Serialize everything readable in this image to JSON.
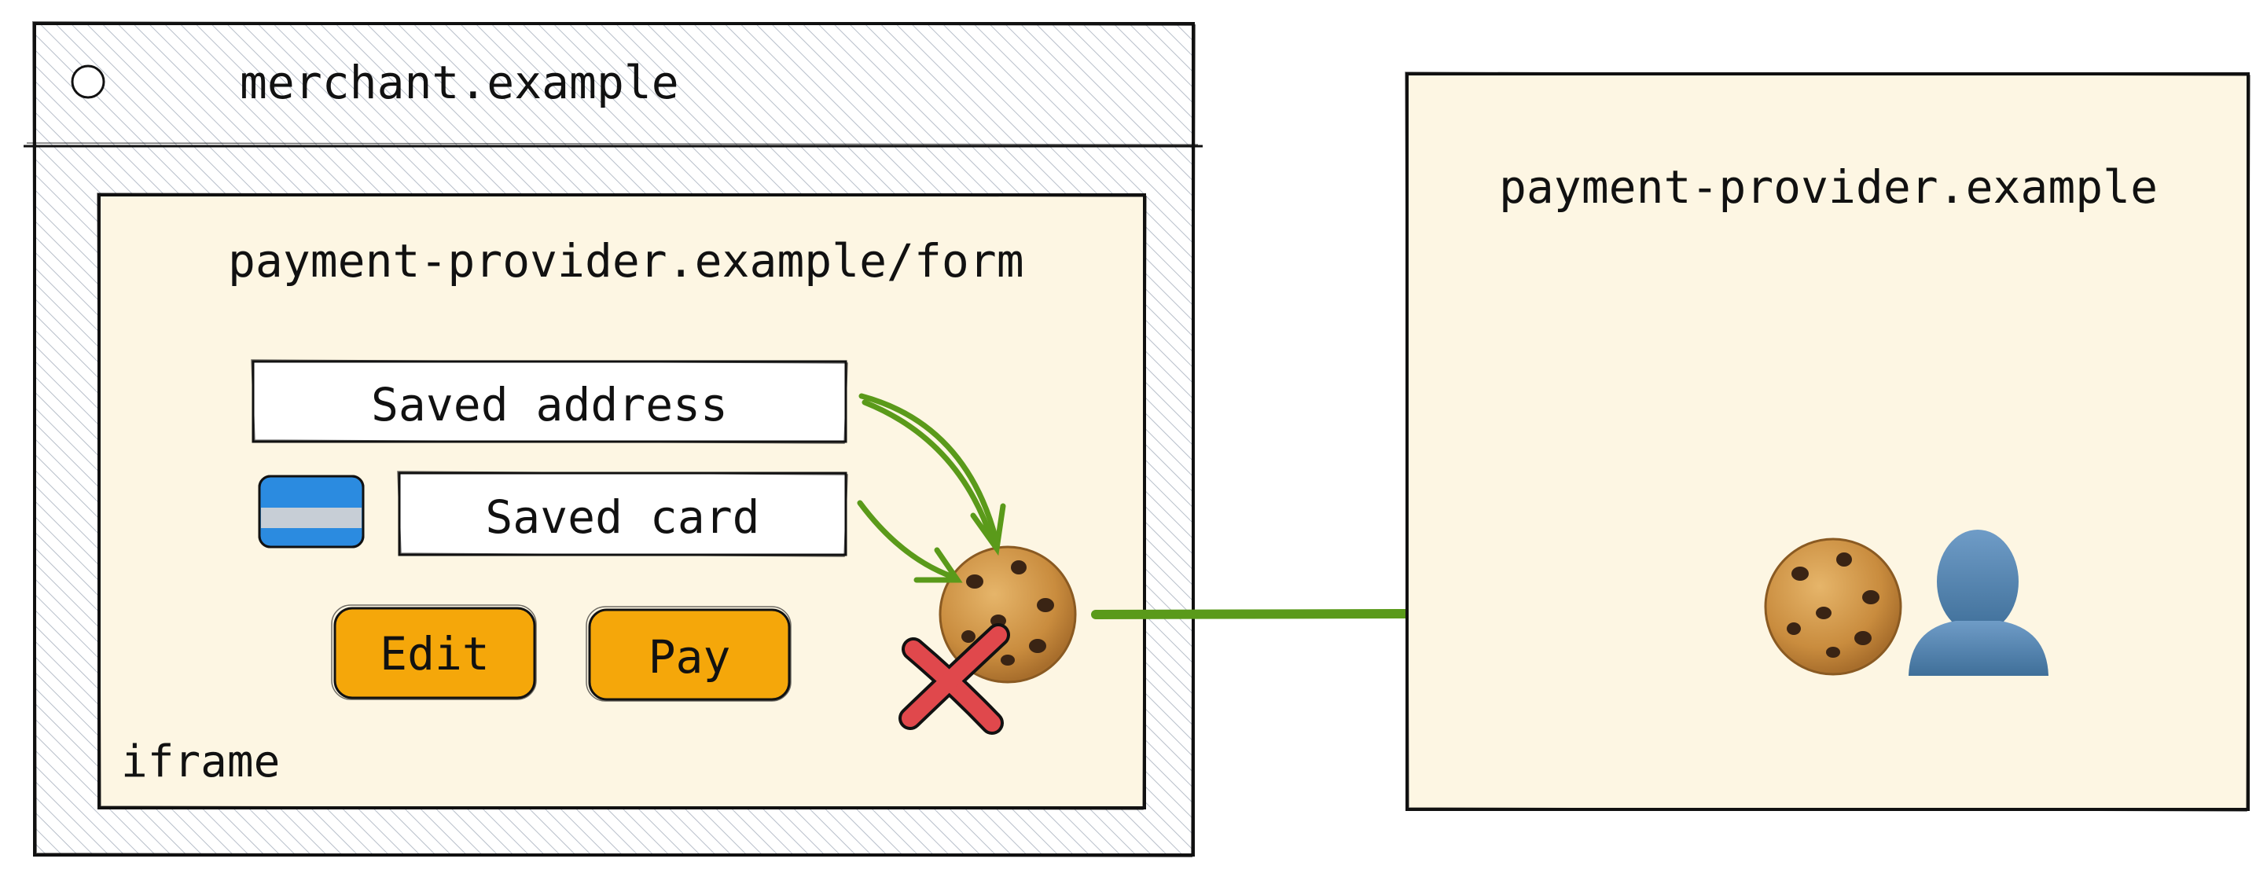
{
  "browser": {
    "url": "merchant.example"
  },
  "iframe": {
    "url": "payment-provider.example/form",
    "label": "iframe",
    "address_field": "Saved address",
    "card_field": "Saved card",
    "edit_button": "Edit",
    "pay_button": "Pay"
  },
  "provider": {
    "url": "payment-provider.example"
  },
  "icons": {
    "cookie": "cookie-icon",
    "user": "user-silhouette-icon",
    "card": "credit-card-icon",
    "blocked": "red-x-icon",
    "radio": "circle-icon"
  },
  "colors": {
    "panel_fill": "#fdf6e3",
    "button_fill": "#f5a70a",
    "arrow": "#5a9a1a",
    "card_blue": "#2b8be0",
    "x_red": "#e0484c",
    "user_blue": "#4a7fae"
  }
}
